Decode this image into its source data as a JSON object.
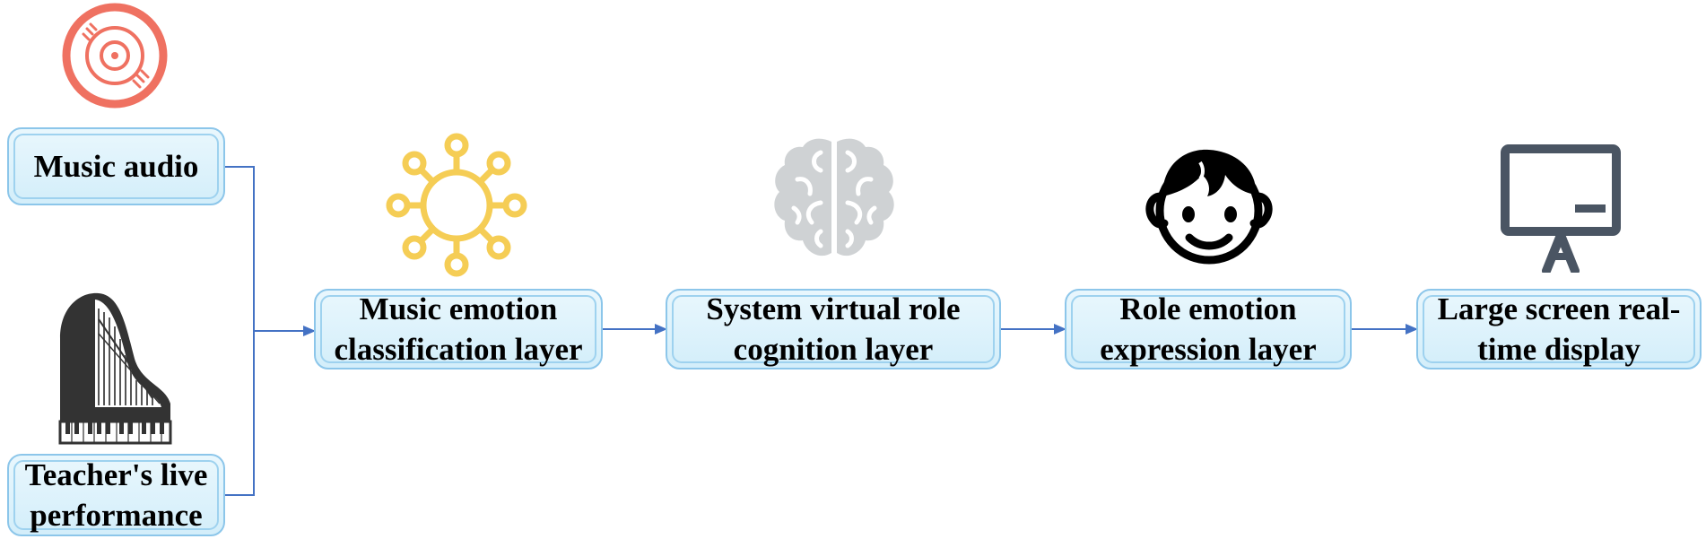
{
  "nodes": {
    "music_audio": "Music audio",
    "teacher_performance": "Teacher's live\nperformance",
    "emotion_classification": "Music emotion\nclassification layer",
    "virtual_role_cognition": "System virtual role\ncognition layer",
    "role_emotion_expression": "Role emotion\nexpression layer",
    "large_screen_display": "Large screen real-\ntime display"
  },
  "icons": {
    "music_audio": "vinyl-disc-icon",
    "teacher_performance": "grand-piano-icon",
    "emotion_classification": "sun-network-icon",
    "virtual_role_cognition": "brain-icon",
    "role_emotion_expression": "child-face-icon",
    "large_screen_display": "presentation-screen-icon"
  },
  "colors": {
    "box_fill": "#dff3fc",
    "box_border": "#8cc6ea",
    "arrow": "#4472c4",
    "disc": "#ef7161",
    "sun": "#f5cd55",
    "brain": "#cfd2d4",
    "face": "#000000",
    "screen": "#4a5563",
    "piano": "#333333"
  }
}
